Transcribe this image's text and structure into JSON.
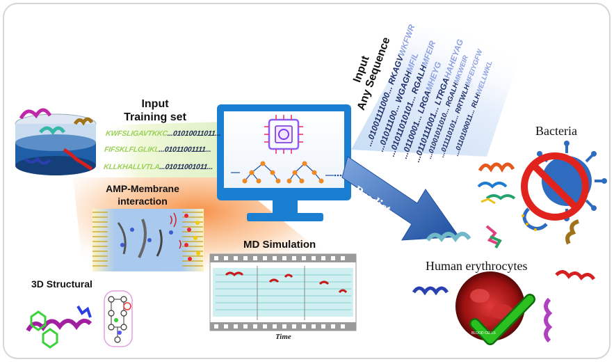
{
  "input_training": {
    "title_line1": "Input",
    "title_line2": "Training set",
    "rows": [
      {
        "seq": "KWFSLIGAVTKKC",
        "bits": "...01010011011..."
      },
      {
        "seq": "FIFSKLFLGLIKL",
        "bits": "...01011001111..."
      },
      {
        "seq": "KLLKHALLVTLA",
        "bits": "...01011001011..."
      }
    ]
  },
  "input_any": {
    "title_line1": "Input",
    "title_line2": "Any Sequence",
    "rows": [
      {
        "bits": "...01001111000...",
        "seq_dark": "RKAGV",
        "seq_light": "WKFWR"
      },
      {
        "bits": "...01011100...",
        "seq_dark": "WGAGH",
        "seq_light": "MFIL"
      },
      {
        "bits": "...01011010101...",
        "seq_dark": "RGALH",
        "seq_light": "MFEIR"
      },
      {
        "bits": "...0110001...",
        "seq_dark": "LRGA",
        "seq_light": "MHEYG"
      },
      {
        "bits": "...0110111001...",
        "seq_dark": "LTRGA",
        "seq_light": "HAHEYAG"
      },
      {
        "bits": "...01001011010...",
        "seq_dark": "RGALH",
        "seq_light": "MKWEIR"
      },
      {
        "bits": "...011110101...",
        "seq_dark": "RRTWLH",
        "seq_light": "MFEIYGFW"
      },
      {
        "bits": "...0110100011...",
        "seq_dark": "RLH",
        "seq_light": "WELLWKL"
      }
    ]
  },
  "predict_label": "Predict",
  "bacteria_label": "Bacteria",
  "erythrocytes_label": "Human erythrocytes",
  "amp_label_line1": "AMP-Membrane",
  "amp_label_line2": "interaction",
  "md_label": "MD Simulation",
  "md_axis": "Time",
  "structural_label": "3D Structural",
  "blood_caption": "BLOOD CELLS",
  "colors": {
    "monitor": "#1a7fd1",
    "arrow": "#2e5fb0",
    "orange_glow": "#f7a25a",
    "green_check": "#2bbf1f",
    "no_sign": "#e0231c"
  }
}
